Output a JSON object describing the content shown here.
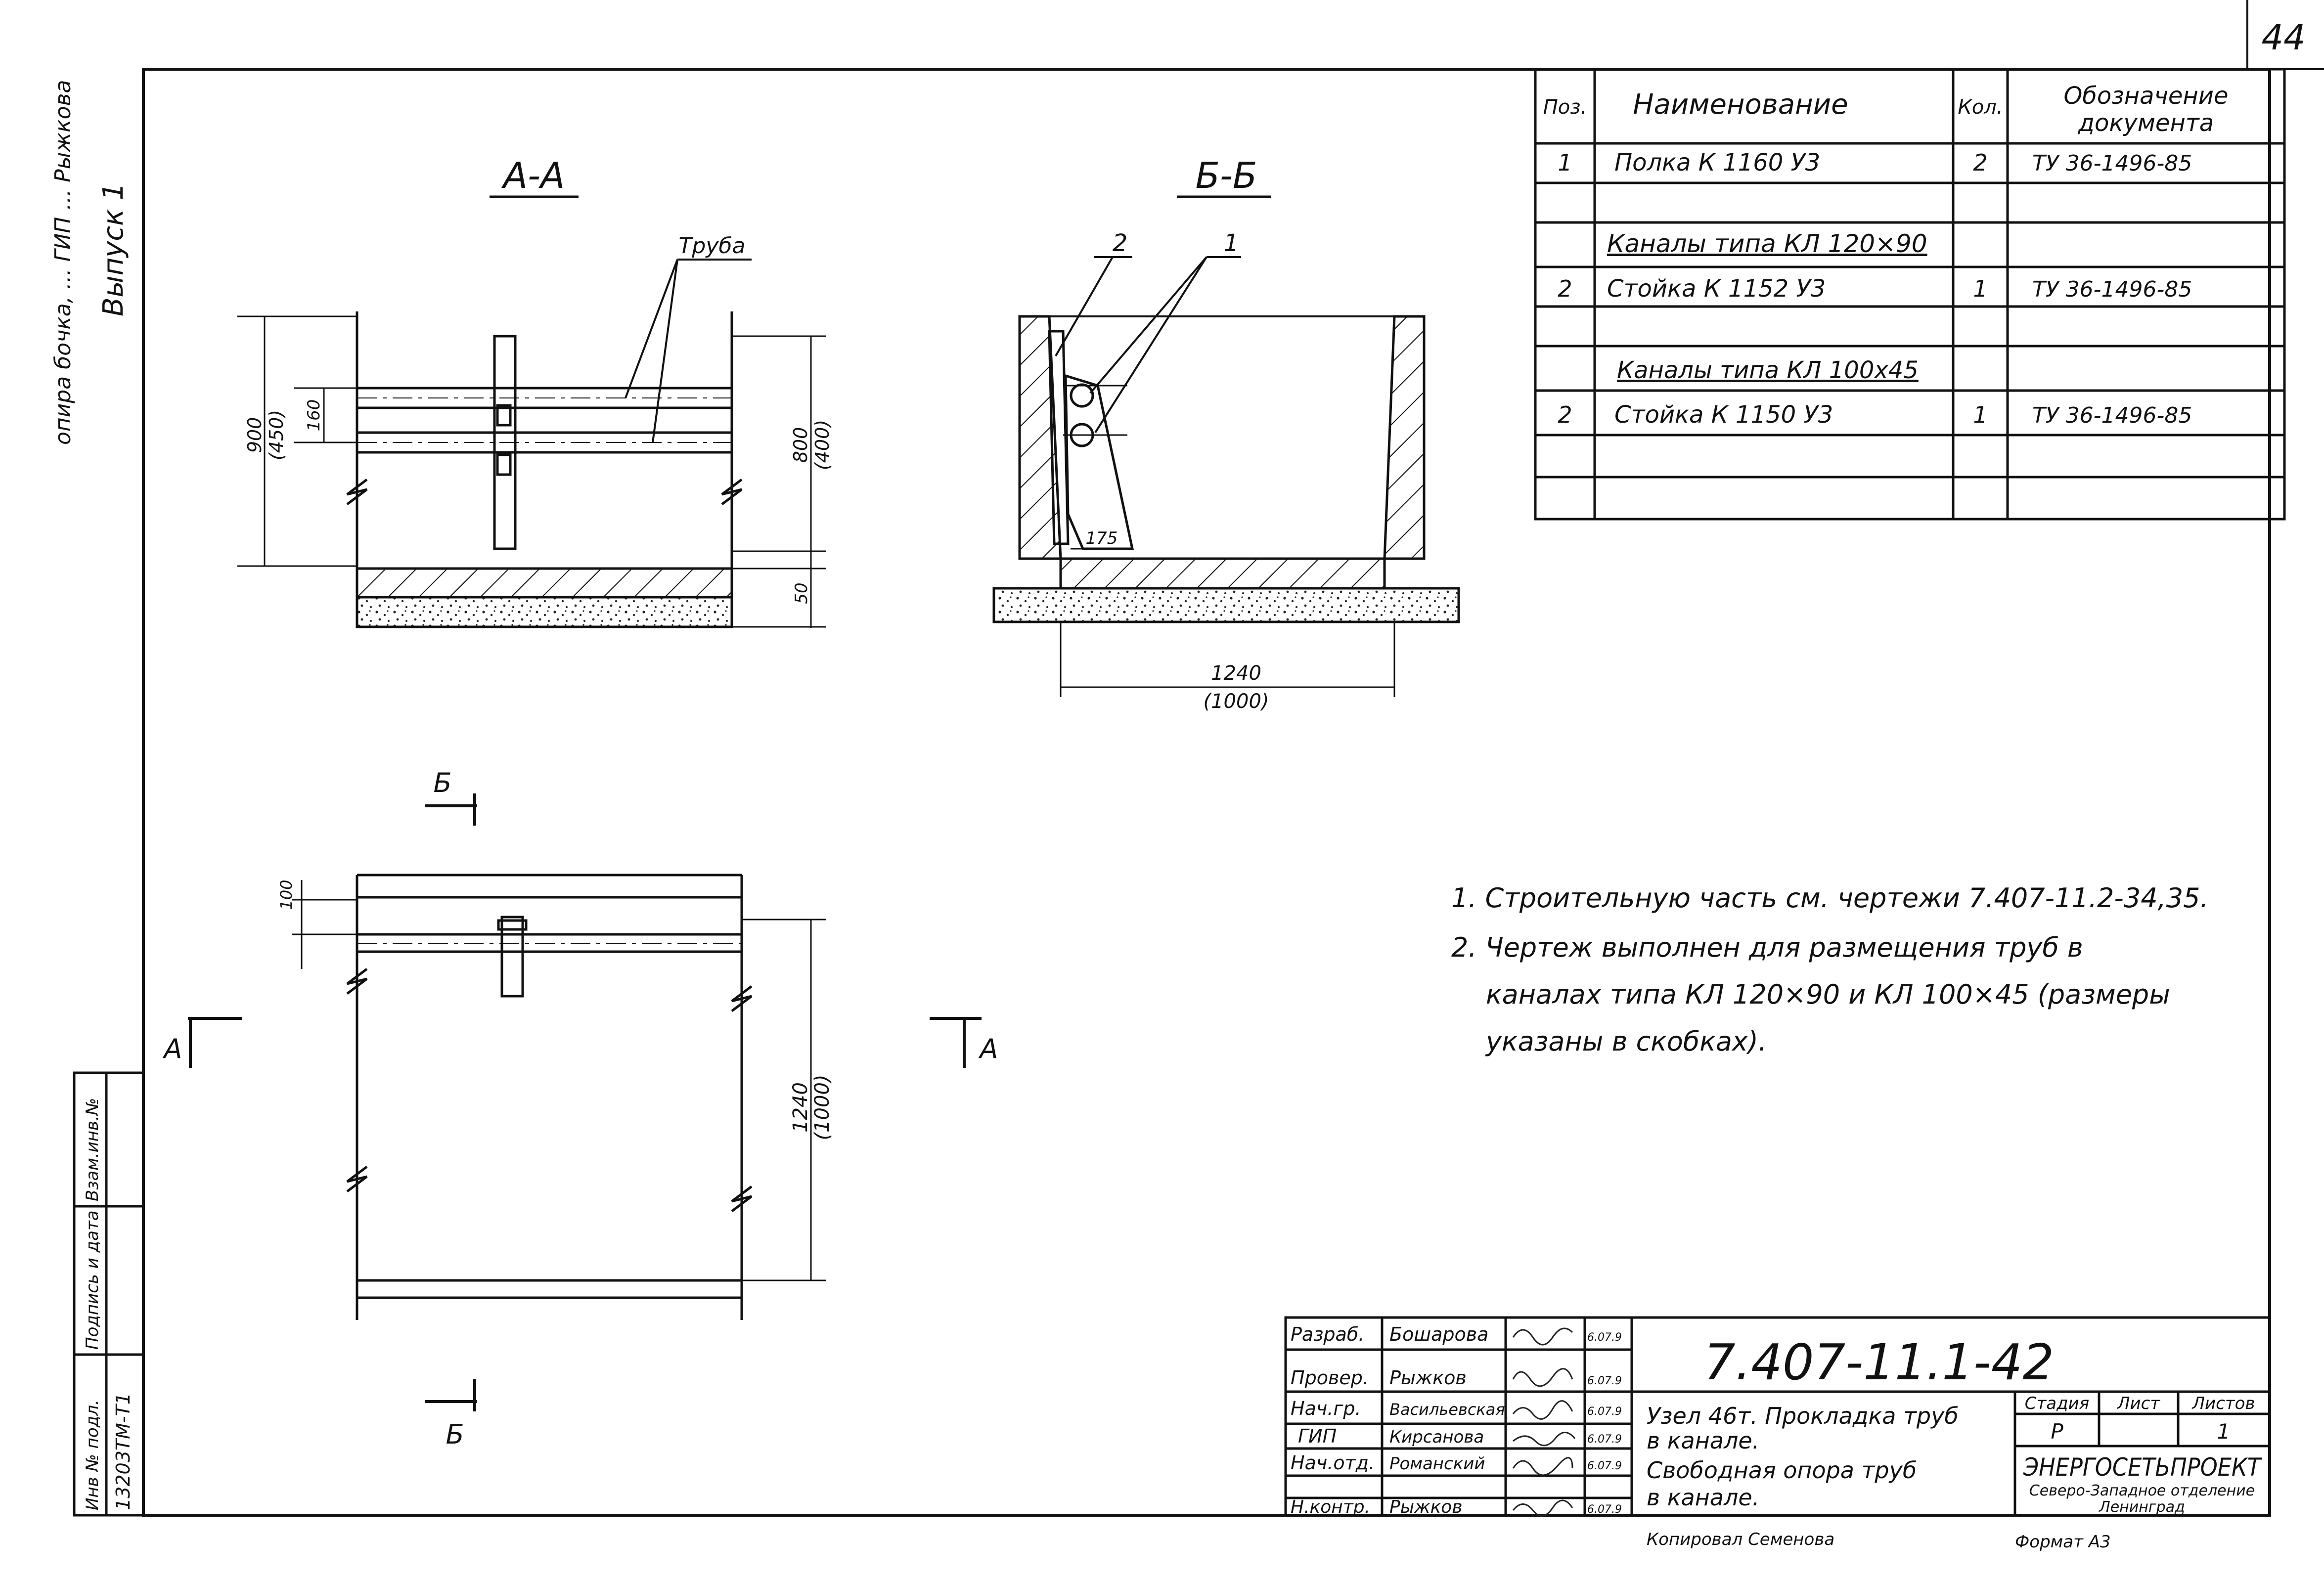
{
  "sheet_number": "44",
  "left_margin": {
    "vertical_note": "опира бочка, ... ГИП ... Рыжкова",
    "release": "Выпуск 1",
    "stamp": {
      "inv_orig": "Инв № подл.",
      "inv_value": "13203ТМ-Т1",
      "sign_date": "Подпись и дата",
      "replace_inv": "Взам.инв.№"
    }
  },
  "section_aa": {
    "title": "А-А",
    "pipe_label": "Труба",
    "dim_900": "900",
    "dim_900_alt": "(450)",
    "dim_160": "160",
    "dim_800": "800",
    "dim_800_alt": "(400)",
    "dim_50": "50"
  },
  "section_bb": {
    "title": "Б-Б",
    "callout_2": "2",
    "callout_1": "1",
    "dim_175": "175",
    "dim_1240": "1240",
    "dim_1000": "(1000)"
  },
  "plan_view": {
    "cut_b": "Б",
    "cut_a": "А",
    "dim_100": "100",
    "dim_1240": "1240",
    "dim_1000": "(1000)"
  },
  "spec_table": {
    "headers": [
      "Поз.",
      "Наименование",
      "Кол.",
      "Обозначение документа"
    ],
    "rows": [
      {
        "pos": "1",
        "name": "Полка К 1160 У3",
        "qty": "2",
        "doc": "ТУ 36-1496-85"
      },
      {
        "pos": "",
        "name": "",
        "qty": "",
        "doc": ""
      },
      {
        "pos": "",
        "name": "Каналы типа КЛ 120×90",
        "qty": "",
        "doc": ""
      },
      {
        "pos": "2",
        "name": "Стойка К 1152 У3",
        "qty": "1",
        "doc": "ТУ 36-1496-85"
      },
      {
        "pos": "",
        "name": "",
        "qty": "",
        "doc": ""
      },
      {
        "pos": "",
        "name": "Каналы типа КЛ 100х45",
        "qty": "",
        "doc": ""
      },
      {
        "pos": "2",
        "name": "Стойка К 1150 У3",
        "qty": "1",
        "doc": "ТУ 36-1496-85"
      },
      {
        "pos": "",
        "name": "",
        "qty": "",
        "doc": ""
      },
      {
        "pos": "",
        "name": "",
        "qty": "",
        "doc": ""
      }
    ]
  },
  "notes": [
    "1. Строительную часть см. чертежи 7.407-11.2-34,35.",
    "2. Чертеж выполнен для размещения труб в",
    "каналах типа КЛ 120×90 и КЛ 100×45 (размеры",
    "указаны в скобках)."
  ],
  "title_block": {
    "roles": [
      {
        "role": "Разраб.",
        "name": "Бошарова",
        "sign": "",
        "date": "6.07.9"
      },
      {
        "role": "Провер.",
        "name": "Рыжков",
        "sign": "",
        "date": "6.07.9"
      },
      {
        "role": "Нач.гр.",
        "name": "Васильевская",
        "sign": "",
        "date": "6.07.9"
      },
      {
        "role": "ГИП",
        "name": "Кирсанова",
        "sign": "",
        "date": "6.07.9"
      },
      {
        "role": "Нач.отд.",
        "name": "Романский",
        "sign": "",
        "date": "6.07.9"
      },
      {
        "role": "Н.контр.",
        "name": "Рыжков",
        "sign": "",
        "date": "6.07.9"
      }
    ],
    "code": "7.407-11.1-42",
    "title_lines": [
      "Узел 46т. Прокладка труб",
      "в канале.",
      "Свободная опора труб",
      "в канале."
    ],
    "stage_label": "Стадия",
    "sheet_label": "Лист",
    "sheets_label": "Листов",
    "stage_value": "Р",
    "sheet_value": "",
    "sheets_value": "1",
    "org_name": "ЭНЕРГОСЕТЬПРОЕКТ",
    "org_line2": "Северо-Западное отделение",
    "org_line3": "Ленинград",
    "copied_by": "Копировал Семенова",
    "format": "Формат А3"
  }
}
